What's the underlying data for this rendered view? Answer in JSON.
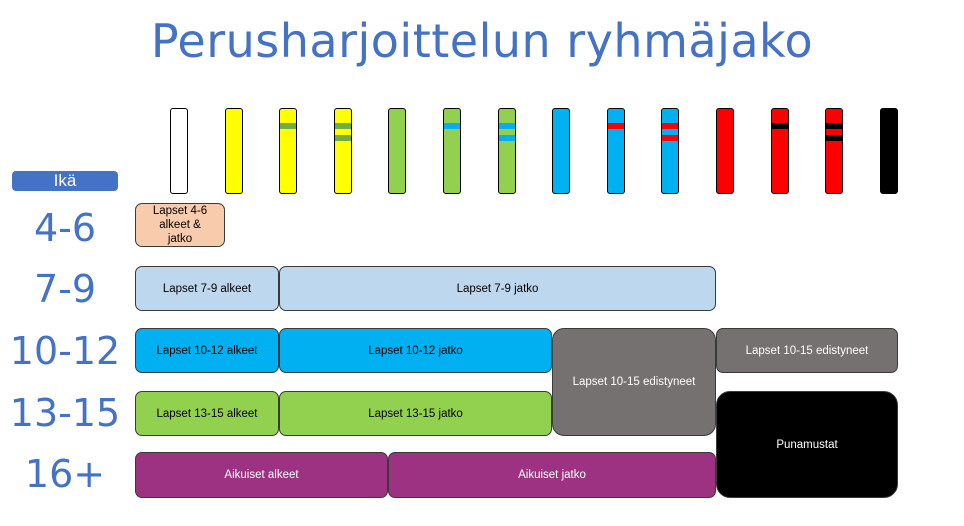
{
  "title": "Perusharjoittelun ryhmäjako",
  "age_header": "Ikä",
  "ages": [
    "4-6",
    "7-9",
    "10-12",
    "13-15",
    "16+"
  ],
  "belts": [
    {
      "name": "white-belt",
      "base": "#ffffff",
      "stripes": []
    },
    {
      "name": "yellow-belt",
      "base": "#ffff00",
      "stripes": []
    },
    {
      "name": "yellow-belt-1-green",
      "base": "#ffff00",
      "stripes": [
        "#70ad47"
      ]
    },
    {
      "name": "yellow-belt-2-green",
      "base": "#ffff00",
      "stripes": [
        "#70ad47",
        "#70ad47"
      ]
    },
    {
      "name": "green-belt",
      "base": "#92d050",
      "stripes": []
    },
    {
      "name": "green-belt-1-blue",
      "base": "#92d050",
      "stripes": [
        "#00b0f0"
      ]
    },
    {
      "name": "green-belt-2-blue",
      "base": "#92d050",
      "stripes": [
        "#00b0f0",
        "#00b0f0"
      ]
    },
    {
      "name": "blue-belt",
      "base": "#00b0f0",
      "stripes": []
    },
    {
      "name": "blue-belt-1-red",
      "base": "#00b0f0",
      "stripes": [
        "#ff0000"
      ]
    },
    {
      "name": "blue-belt-2-red",
      "base": "#00b0f0",
      "stripes": [
        "#ff0000",
        "#ff0000"
      ]
    },
    {
      "name": "red-belt",
      "base": "#ff0000",
      "stripes": []
    },
    {
      "name": "red-belt-1-black",
      "base": "#ff0000",
      "stripes": [
        "#000000"
      ]
    },
    {
      "name": "red-belt-2-black",
      "base": "#ff0000",
      "stripes": [
        "#000000",
        "#000000"
      ]
    },
    {
      "name": "black-belt",
      "base": "#000000",
      "stripes": []
    }
  ],
  "groups": {
    "lapset_4_6": {
      "label": "Lapset 4-6 alkeet & jatko",
      "color": "#f8cbad"
    },
    "lapset_7_9_alkeet": {
      "label": "Lapset 7-9 alkeet",
      "color": "#bdd7ee"
    },
    "lapset_7_9_jatko": {
      "label": "Lapset 7-9 jatko",
      "color": "#bdd7ee"
    },
    "lapset_10_12_alkeet": {
      "label": "Lapset 10-12 alkeet",
      "color": "#00b0f0"
    },
    "lapset_10_12_jatko": {
      "label": "Lapset 10-12 jatko",
      "color": "#00b0f0"
    },
    "lapset_10_15_edistyneet_mid": {
      "label": "Lapset 10-15 edistyneet",
      "color": "#767171"
    },
    "lapset_10_15_edistyneet_right": {
      "label": "Lapset 10-15 edistyneet",
      "color": "#767171"
    },
    "lapset_13_15_alkeet": {
      "label": "Lapset 13-15 alkeet",
      "color": "#92d050"
    },
    "lapset_13_15_jatko": {
      "label": "Lapset 13-15 jatko",
      "color": "#92d050"
    },
    "punamustat": {
      "label": "Punamustat",
      "color": "#000000"
    },
    "aikuiset_alkeet": {
      "label": "Aikuiset alkeet",
      "color": "#9e3282"
    },
    "aikuiset_jatko": {
      "label": "Aikuiset jatko",
      "color": "#9e3282"
    }
  }
}
